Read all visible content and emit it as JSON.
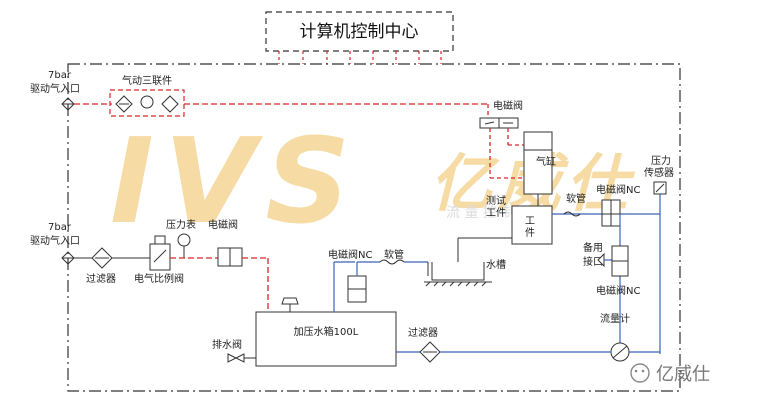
{
  "title": "计算机控制中心",
  "watermark": {
    "logo_text": "IVS",
    "brand_cn": "亿威仕",
    "sub_text": "流 量 控 制",
    "wechat_text": "亿威仕"
  },
  "labels": {
    "air_inlet_top_pressure": "7bar",
    "air_inlet_top": "驱动气入口",
    "air_source_triple": "气动三联件",
    "solenoid_valve_top": "电磁阀",
    "cylinder": "气缸",
    "pressure_sensor": "压力\n传感器",
    "test_workpiece": "测试\n工件",
    "workpiece_1": "工",
    "workpiece_2": "件",
    "soft_tube_right": "软管",
    "solenoid_valve_nc_right": "电磁阀NC",
    "air_inlet_left_pressure": "7bar",
    "air_inlet_left": "驱动气入口",
    "pressure_gauge": "压力表",
    "solenoid_valve_mid": "电磁阀",
    "filter_left": "过滤器",
    "ep_valve": "电气比例阀",
    "solenoid_valve_nc_mid": "电磁阀NC",
    "soft_tube_mid": "软管",
    "water_tank": "水槽",
    "backup_port_1": "备用",
    "backup_port_2": "接口",
    "solenoid_valve_nc_lower": "电磁阀NC",
    "flowmeter": "流量计",
    "pressurized_tank": "加压水箱100L",
    "filter_right": "过滤器",
    "drain_valve": "排水阀"
  },
  "colors": {
    "air_line": "#d9262b",
    "water_line": "#3a63b8",
    "frame": "#333333",
    "watermark": "#f3cf86"
  }
}
